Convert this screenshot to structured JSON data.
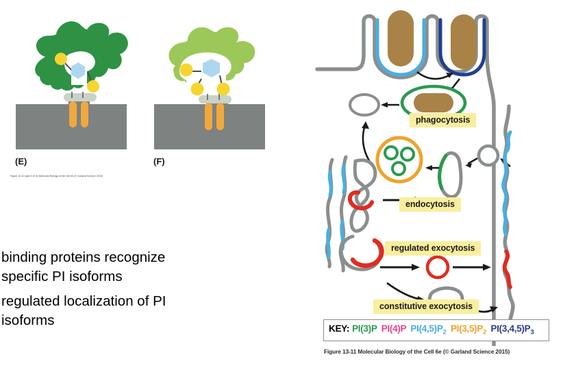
{
  "slide": {
    "left": {
      "panels": [
        {
          "id": "E",
          "label": "(E)",
          "protein_color": "#2e9144",
          "description": "dark-green PI-binding protein docked on membrane PI(3)P-like headgroup"
        },
        {
          "id": "F",
          "label": "(F)",
          "protein_color": "#9bc858",
          "description": "light-green PI-binding protein docked on membrane PI(4,5)P2-like headgroup"
        }
      ],
      "figure_source_caption": "Figure 13-10 (part 3 of 3) Molecular Biology of the Cell 6e (© Garland Science 2015)",
      "body_text": [
        {
          "lines": [
            "binding proteins recognize",
            "specific PI isoforms"
          ]
        },
        {
          "lines": [
            "regulated localization of PI",
            "isoforms"
          ]
        }
      ],
      "colors": {
        "protein_dark_green": "#2e9144",
        "protein_light_green": "#9bc858",
        "phosphate_yellow": "#f6d431",
        "inositol_blue": "#aed7ef",
        "headgroup_gray": "#c9d2c8",
        "tail_orange": "#f1a83c",
        "membrane_gray": "#7e8281"
      }
    },
    "right": {
      "figure_title": "Figure 13-11 Molecular Biology of the Cell 6e (© Garland Science 2015)",
      "process_labels": [
        {
          "name": "phagocytosis",
          "text": "phagocytosis"
        },
        {
          "name": "endocytosis",
          "text": "endocytosis"
        },
        {
          "name": "regulated-exocytosis",
          "text": "regulated exocytosis"
        },
        {
          "name": "constitutive-exocytosis",
          "text": "constitutive exocytosis"
        }
      ],
      "key": {
        "title": "KEY:",
        "items": [
          {
            "label": "PI(3)P",
            "base": "PI(3)P",
            "sub": "",
            "color": "#2a9a4e"
          },
          {
            "label": "PI(4)P",
            "base": "PI(4)P",
            "sub": "",
            "color": "#e8418c"
          },
          {
            "label": "PI(4,5)P2",
            "base": "PI(4,5)P",
            "sub": "2",
            "color": "#4aaee3"
          },
          {
            "label": "PI(3,5)P2",
            "base": "PI(3,5)P",
            "sub": "2",
            "color": "#f0a32a"
          },
          {
            "label": "PI(3,4,5)P3",
            "base": "PI(3,4,5)P",
            "sub": "3",
            "color": "#2b3a8f"
          }
        ]
      },
      "diagram_colors": {
        "membrane_gray": "#8a8f8d",
        "bacterium_brown": "#a98247",
        "phagosome_lightblue": "#4aaee3",
        "phagosome_darkblue": "#1f3f93",
        "lysosome_green": "#2a9a4e",
        "mvb_orange": "#f0a32a",
        "secretory_red": "#e12b20",
        "label_yellow": "#faee9e"
      }
    }
  }
}
